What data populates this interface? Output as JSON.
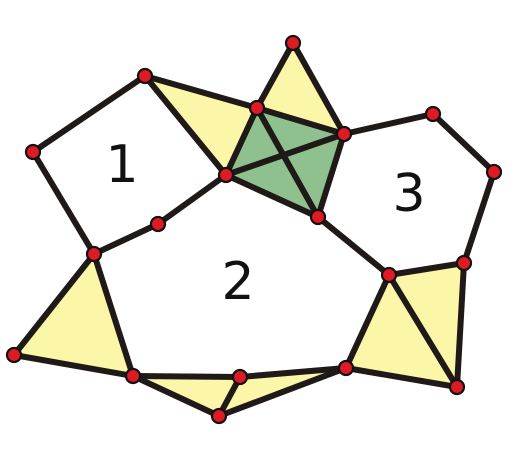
{
  "diagram": {
    "colors": {
      "triangle_fill": "#fbf6a8",
      "quad_fill": "#8fc18e",
      "edge_stroke": "#1f1a17",
      "vertex_fill": "#e01a24",
      "vertex_stroke": "#111111",
      "label_color": "#111111"
    },
    "region_labels": [
      "1",
      "2",
      "3"
    ]
  }
}
